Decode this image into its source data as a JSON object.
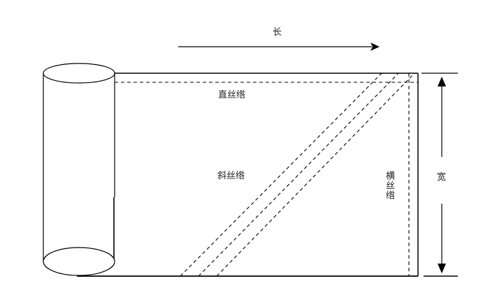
{
  "labels": {
    "length": "长",
    "width": "宽",
    "straight_grain": "直丝绺",
    "bias_grain": "斜丝绺",
    "cross_grain": "横丝绺"
  },
  "colors": {
    "line": "#000000",
    "background": "#ffffff"
  }
}
